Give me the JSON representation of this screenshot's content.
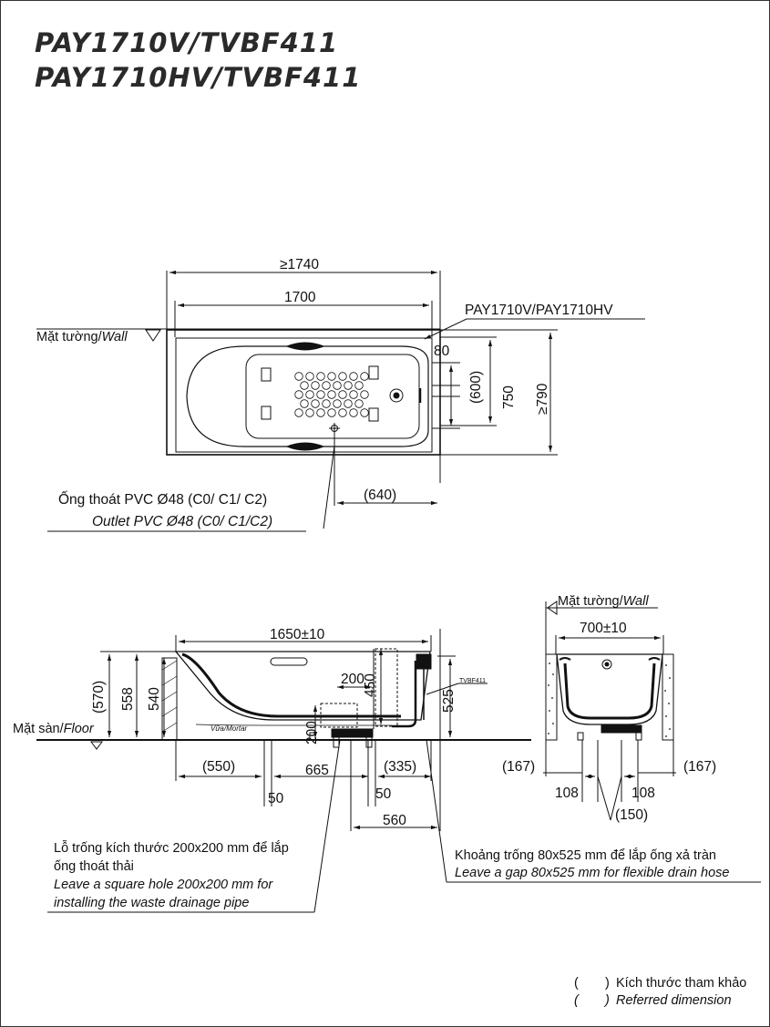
{
  "title": {
    "line1": "PAY1710V/TVBF411",
    "line2": "PAY1710HV/TVBF411"
  },
  "plan_view": {
    "overall_length": "≥1740",
    "tub_length": "1700",
    "model_label": "PAY1710V/PAY1710HV",
    "wall_label": "Mặt tường/",
    "wall_label_it": "Wall",
    "dim_80": "80",
    "dim_600": "(600)",
    "dim_750": "750",
    "dim_790": "≥790",
    "dim_640": "(640)",
    "outlet_vi": "Ống thoát PVC Ø48 (C0/ C1/ C2)",
    "outlet_en": "Outlet PVC Ø48 (C0/ C1/C2)"
  },
  "side_view": {
    "dim_1650": "1650±10",
    "dim_570": "(570)",
    "dim_558": "558",
    "dim_540": "540",
    "floor_label": "Mặt sàn/",
    "floor_label_it": "Floor",
    "mortar_label": "Vữa/Mortar",
    "dim_200_top": "200",
    "dim_450": "450",
    "dim_525": "525",
    "dim_200_side": "200",
    "tvbf_label": "TVBF411",
    "dim_550": "(550)",
    "dim_665": "665",
    "dim_335": "(335)",
    "dim_50_left": "50",
    "dim_50_right": "50",
    "dim_560": "560",
    "hole_vi_1": "Lỗ trống kích thước 200x200 mm để lắp",
    "hole_vi_2": "ống thoát thải",
    "hole_en_1": "Leave a square hole  200x200 mm for",
    "hole_en_2": "installing the waste drainage pipe",
    "gap_vi": "Khoảng trống 80x525 mm để lắp ống xả tràn",
    "gap_en": "Leave a gap 80x525 mm for flexible drain hose"
  },
  "end_view": {
    "wall_label": "Mặt tường/",
    "wall_label_it": "Wall",
    "dim_700": "700±10",
    "dim_167_left": "(167)",
    "dim_167_right": "(167)",
    "dim_108_left": "108",
    "dim_108_right": "108",
    "dim_150": "(150)"
  },
  "legend": {
    "paren_open": "(",
    "paren_close": ")",
    "vi": "Kích thước tham khảo",
    "en": "Referred dimension"
  }
}
